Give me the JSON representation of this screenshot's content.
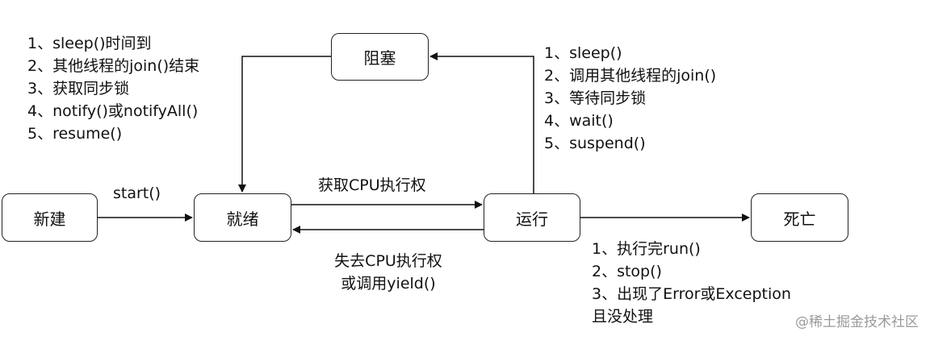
{
  "nodes": {
    "new": "新建",
    "ready": "就绪",
    "running": "运行",
    "blocked": "阻塞",
    "dead": "死亡"
  },
  "edges": {
    "start": "start()",
    "acquire_cpu": "获取CPU执行权",
    "lose_cpu": [
      "失去CPU执行权",
      "或调用yield()"
    ]
  },
  "blocked_to_ready": [
    "1、sleep()时间到",
    "2、其他线程的join()结束",
    "3、获取同步锁",
    "4、notify()或notifyAll()",
    "5、resume()"
  ],
  "running_to_blocked": [
    "1、sleep()",
    "2、调用其他线程的join()",
    "3、等待同步锁",
    "4、wait()",
    "5、suspend()"
  ],
  "running_to_dead": [
    "1、执行完run()",
    "2、stop()",
    "3、出现了Error或Exception",
    "且没处理"
  ],
  "watermark": "@稀土掘金技术社区"
}
